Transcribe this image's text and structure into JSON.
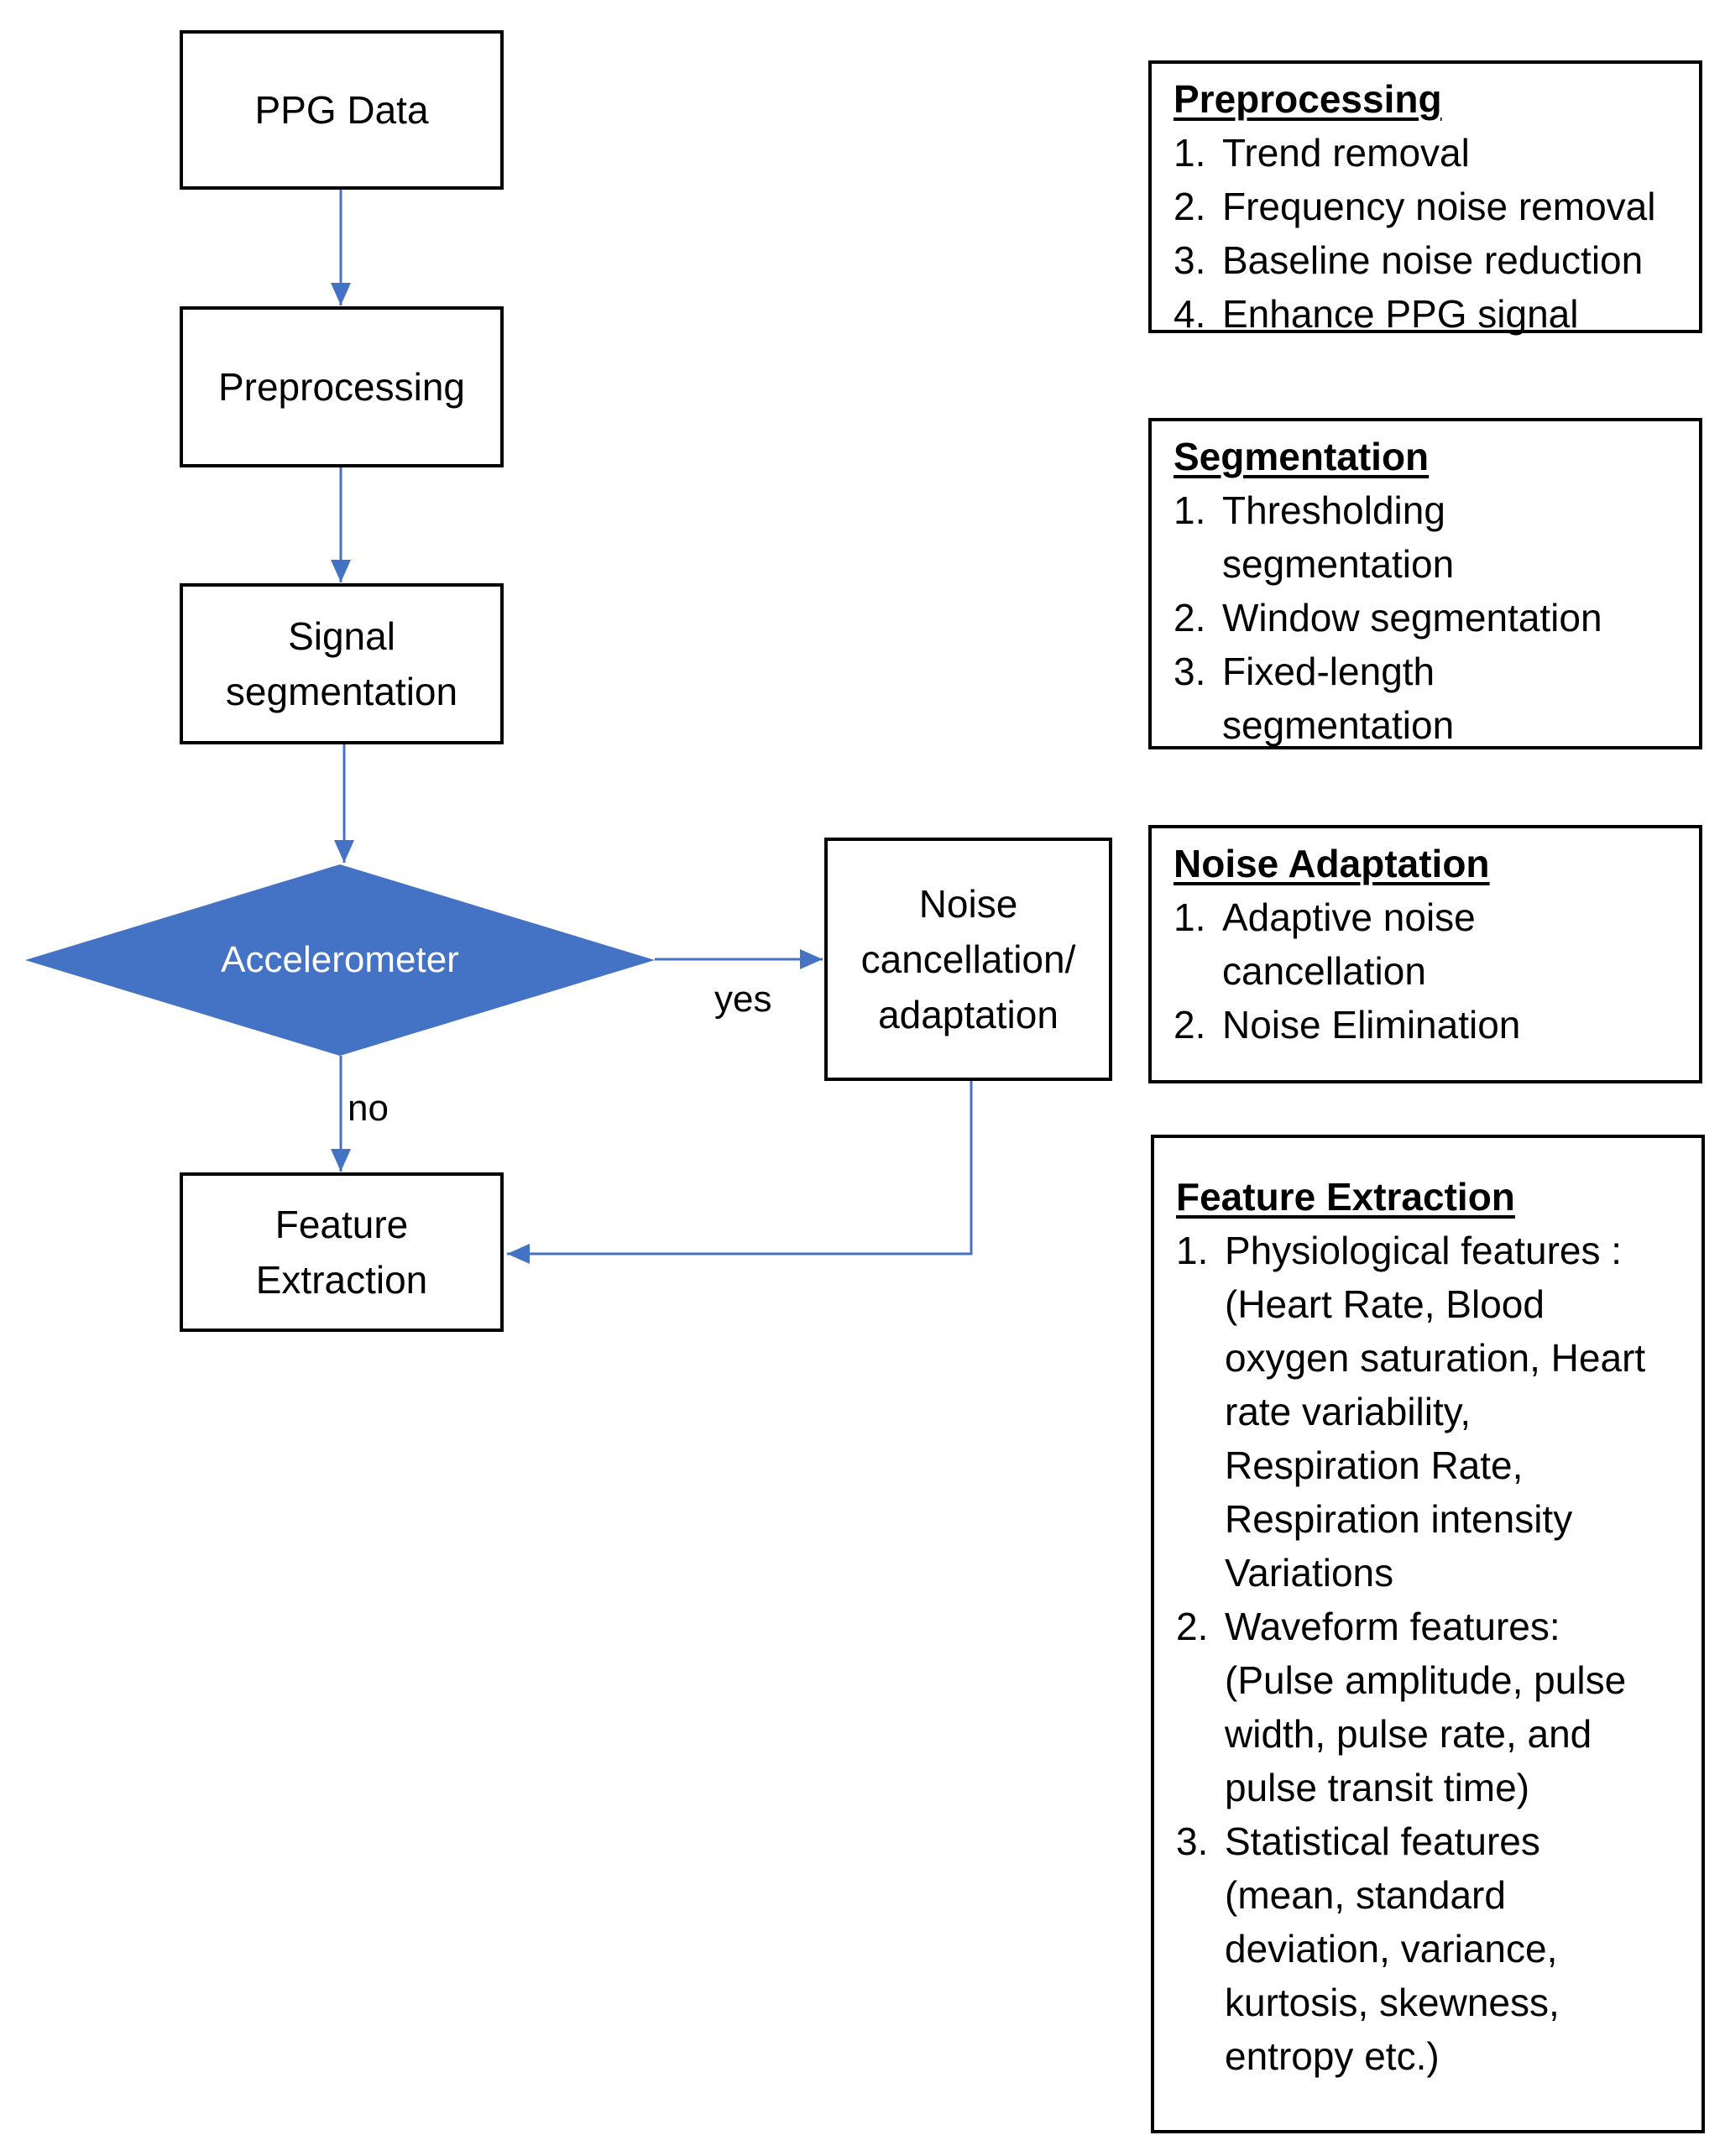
{
  "flow": {
    "ppg_data": [
      "PPG Data"
    ],
    "preprocessing": [
      "Preprocessing"
    ],
    "signal_segmentation": [
      "Signal",
      "segmentation"
    ],
    "accelerometer": "Accelerometer",
    "noise_cancellation": [
      "Noise",
      "cancellation/",
      "adaptation"
    ],
    "feature_extraction": [
      "Feature",
      "Extraction"
    ],
    "yes_label": "yes",
    "no_label": "no"
  },
  "panels": {
    "preprocessing": {
      "title": "Preprocessing",
      "items": [
        {
          "num": "1.",
          "lines": [
            "Trend removal"
          ]
        },
        {
          "num": "2.",
          "lines": [
            "Frequency noise removal"
          ]
        },
        {
          "num": "3.",
          "lines": [
            "Baseline noise reduction"
          ]
        },
        {
          "num": "4.",
          "lines": [
            "Enhance PPG signal"
          ]
        }
      ]
    },
    "segmentation": {
      "title": "Segmentation",
      "items": [
        {
          "num": "1.",
          "lines": [
            "Thresholding",
            "segmentation"
          ]
        },
        {
          "num": "2.",
          "lines": [
            "Window segmentation"
          ]
        },
        {
          "num": "3.",
          "lines": [
            "Fixed-length",
            "segmentation"
          ]
        }
      ]
    },
    "noise_adaptation": {
      "title": "Noise Adaptation",
      "items": [
        {
          "num": "1.",
          "lines": [
            "Adaptive noise",
            "cancellation"
          ]
        },
        {
          "num": "2.",
          "lines": [
            "Noise Elimination"
          ]
        }
      ]
    },
    "feature_extraction": {
      "title": "Feature Extraction",
      "items": [
        {
          "num": "1.",
          "lines": [
            "Physiological features :",
            "(Heart Rate, Blood",
            "oxygen saturation, Heart",
            "rate variability,",
            "Respiration Rate,",
            "Respiration intensity",
            "Variations"
          ]
        },
        {
          "num": "2.",
          "lines": [
            "Waveform features:",
            "(Pulse amplitude, pulse",
            "width, pulse rate, and",
            "pulse transit time)"
          ]
        },
        {
          "num": "3.",
          "lines": [
            "Statistical features",
            "(mean, standard",
            "deviation, variance,",
            "kurtosis, skewness,",
            "entropy etc.)"
          ]
        }
      ]
    }
  },
  "colors": {
    "connector": "#4472C4",
    "diamond_fill": "#4472C4",
    "diamond_text": "#FFFFFF",
    "border": "#000000"
  }
}
